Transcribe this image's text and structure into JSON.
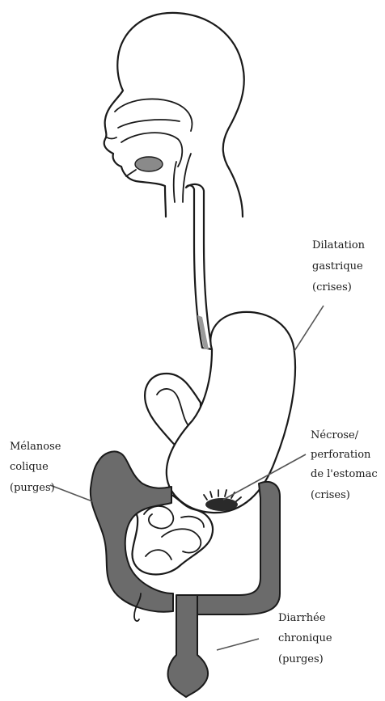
{
  "labels": {
    "dilatation": {
      "line1": "Dilatation",
      "line2": "gastrique",
      "line3": "(crises)"
    },
    "necrose": {
      "line1": "Nécrose/",
      "line2": "perforation",
      "line3": "de l'estomac",
      "line4": "(crises)"
    },
    "melanose": {
      "line1": "Mélanose",
      "line2": "colique",
      "line3": "(purges)"
    },
    "diarrhee": {
      "line1": "Diarrhée",
      "line2": "chronique",
      "line3": "(purges)"
    }
  },
  "colors": {
    "outline": "#1a1a1a",
    "colon_fill": "#6b6b6b",
    "background": "#ffffff"
  }
}
